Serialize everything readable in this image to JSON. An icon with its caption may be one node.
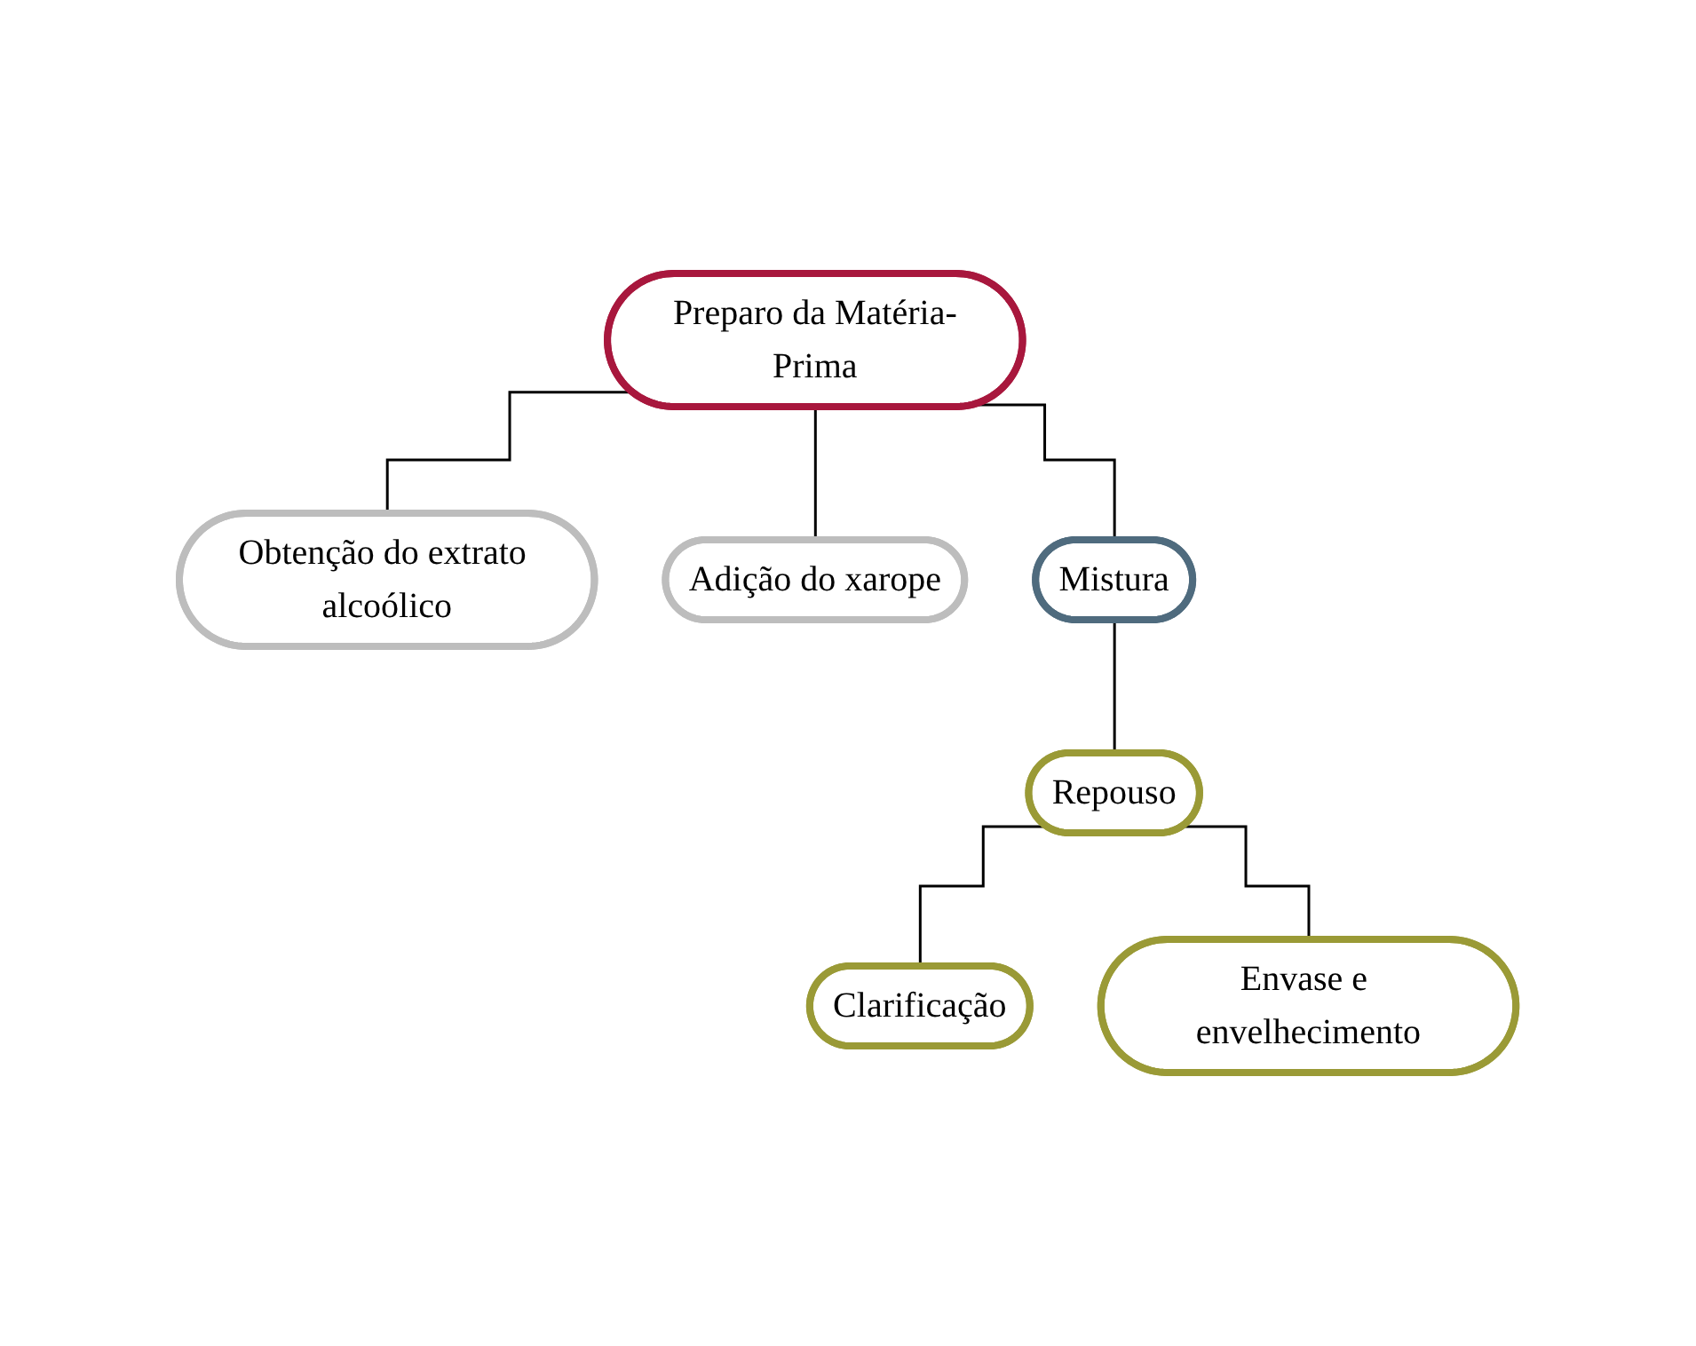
{
  "diagram": {
    "nodes": [
      {
        "text": [
          "Preparo da Matéria-Prima"
        ]
      },
      {
        "text": [
          "Obtenção do extrato alcoólico"
        ]
      },
      {
        "text": [
          "Adição do xarope"
        ]
      },
      {
        "text": [
          "Mistura"
        ]
      },
      {
        "text": [
          "Repouso"
        ]
      },
      {
        "text": [
          "Clarificação"
        ]
      },
      {
        "text": [
          "Envase e envelhecimento"
        ]
      }
    ],
    "edges": [
      {
        "from": 0,
        "to": 1,
        "arrow": "none"
      },
      {
        "from": 0,
        "to": 2,
        "arrow": "none"
      },
      {
        "from": 0,
        "to": 3,
        "arrow": "none"
      },
      {
        "from": 3,
        "to": 4,
        "arrow": "none"
      },
      {
        "from": 4,
        "to": 5,
        "arrow": "none"
      },
      {
        "from": 4,
        "to": 6,
        "arrow": "none"
      }
    ]
  }
}
